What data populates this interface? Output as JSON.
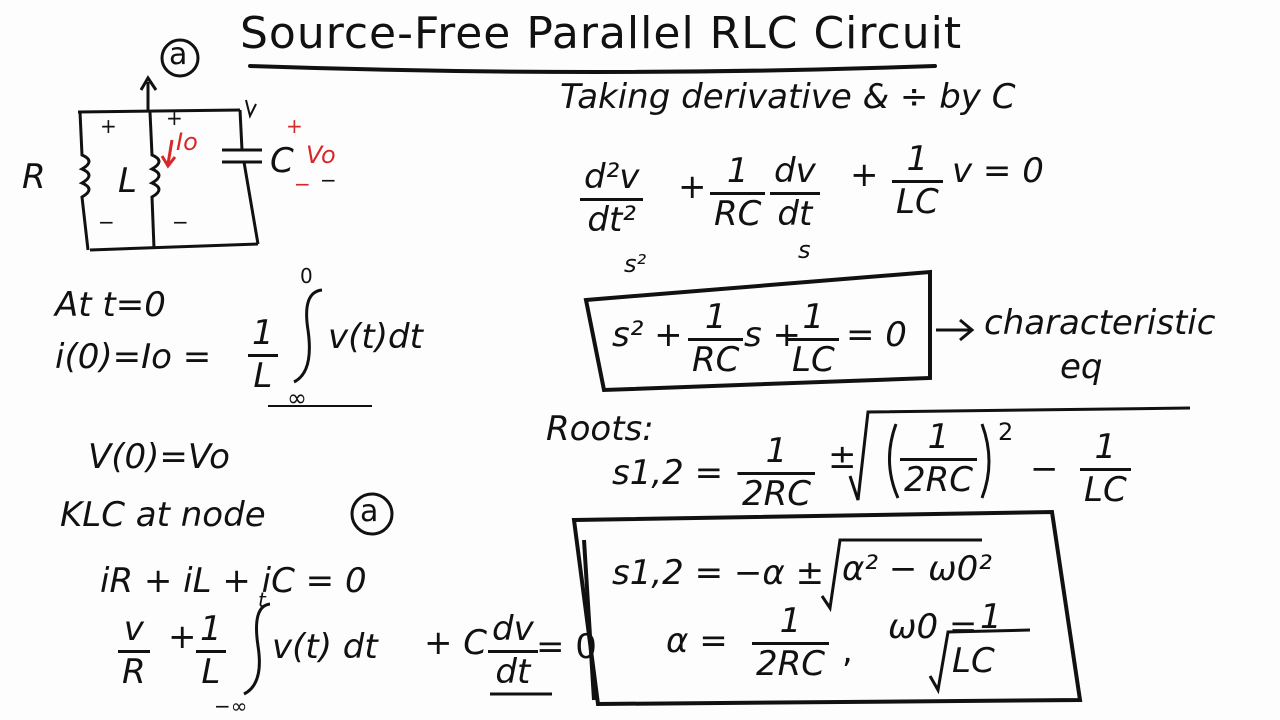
{
  "title": "Source-Free Parallel RLC Circuit",
  "circuit": {
    "node_label": "a",
    "r_label": "R",
    "l_label": "L",
    "c_label": "C",
    "i0_label": "Io",
    "v0_label": "Vo",
    "plus": "+",
    "minus": "−"
  },
  "left": {
    "at_t0": "At  t=0",
    "i0_lhs": "i(0)=Io =",
    "one": "1",
    "l": "L",
    "integrand": "v(t)dt",
    "upper_limit": "0",
    "lower_limit": "∞",
    "v0_eq": "V(0)=Vo",
    "klc": "KLC  at  node",
    "node": "a",
    "kcl_sum": "iR + iL + iC = 0",
    "v": "v",
    "r": "R",
    "plus": "+",
    "t_limit": "t",
    "neg_inf": "−∞",
    "integrand2": "v(t) dt",
    "plus_c": "+ C",
    "dv": "dv",
    "dt": "dt",
    "eq_zero": "= 0"
  },
  "right": {
    "taking": "Taking  derivative  &  ÷  by  C",
    "d2v": "d²v",
    "dt2": "dt²",
    "s2_under": "s²",
    "plus": "+",
    "one": "1",
    "rc": "RC",
    "dv": "dv",
    "dt": "dt",
    "s_under": "s",
    "lc": "LC",
    "v_eq0": "v = 0",
    "char_s2": "s² +",
    "char_s": "s +",
    "char_eq0": "= 0",
    "arrow_label": "characteristic",
    "arrow_label2": "eq",
    "roots": "Roots:",
    "s12": "s1,2 = −",
    "two_rc": "2RC",
    "pm": "±",
    "sq": "2",
    "minus": "−",
    "boxed_s12": "s1,2  =  −α ±",
    "boxed_rad": "α² − ω0²",
    "alpha_eq": "α =",
    "comma": ",",
    "omega_eq": "ω0 =",
    "sqrt_lc": "LC"
  }
}
